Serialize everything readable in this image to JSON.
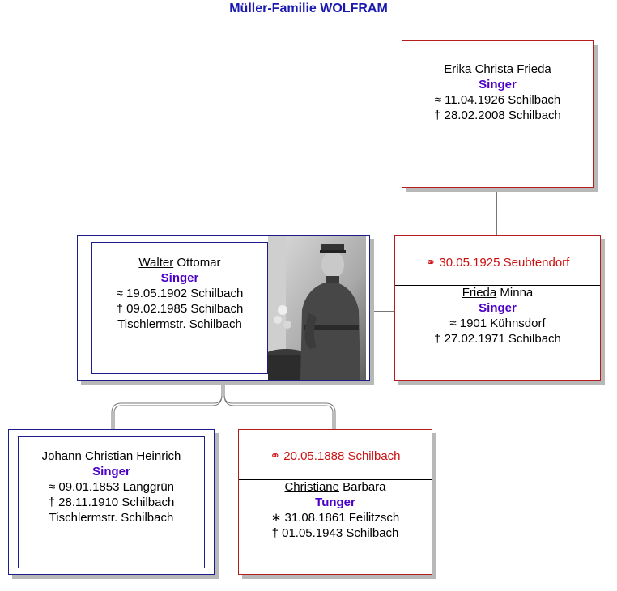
{
  "title": "Müller-Familie WOLFRAM",
  "erika": {
    "first": "Erika",
    "rest": " Christa Frieda",
    "surname": "Singer",
    "line1": "≈  11.04.1926 Schilbach",
    "line2": "†  28.02.2008 Schilbach"
  },
  "walter": {
    "first": "Walter",
    "rest": " Ottomar",
    "surname": "Singer",
    "line1": "≈  19.05.1902 Schilbach",
    "line2": "†  09.02.1985 Schilbach",
    "line3": "Tischlermstr. Schilbach"
  },
  "frieda": {
    "marriage": "⚭  30.05.1925 Seubtendorf",
    "first": "Frieda",
    "rest": " Minna",
    "surname": "Singer",
    "line1": "≈  1901 Kühnsdorf",
    "line2": "†  27.02.1971 Schilbach"
  },
  "heinrich": {
    "pre": "Johann Christian ",
    "first": "Heinrich",
    "surname": "Singer",
    "line1": "≈  09.01.1853 Langgrün",
    "line2": "†  28.11.1910 Schilbach",
    "line3": "Tischlermstr. Schilbach"
  },
  "christiane": {
    "marriage": "⚭  20.05.1888 Schilbach",
    "first": "Christiane",
    "rest": " Barbara",
    "surname": "Tunger",
    "line1": "∗  31.08.1861 Feilitzsch",
    "line2": "†  01.05.1943 Schilbach"
  }
}
